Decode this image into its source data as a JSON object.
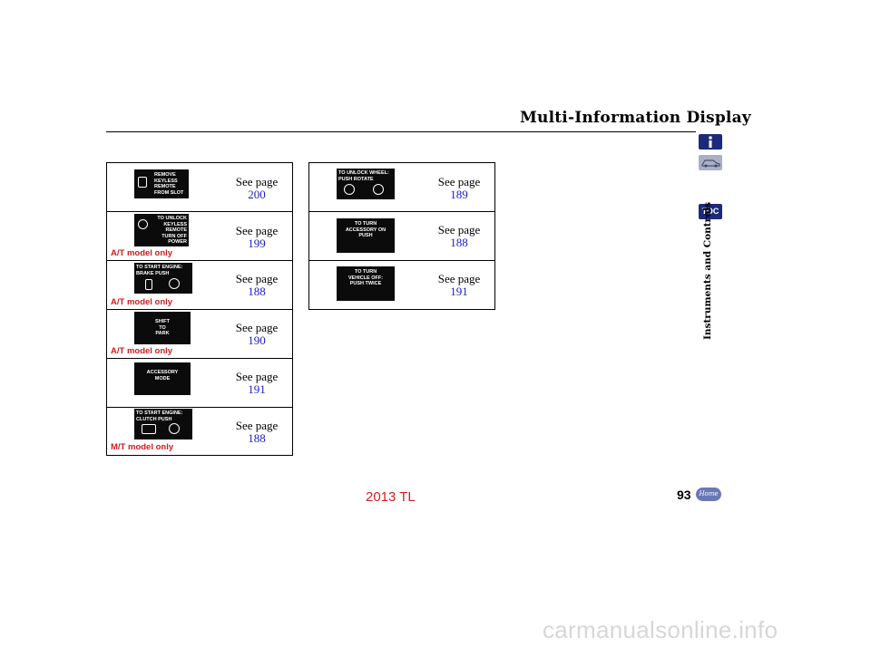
{
  "header": {
    "title": "Multi-Information Display"
  },
  "left_table": [
    {
      "message": "REMOVE\nKEYLESS\nREMOTE\nFROM SLOT",
      "see_label": "See page",
      "page": "200",
      "note": ""
    },
    {
      "message": "TO UNLOCK\nKEYLESS\nREMOTE\nTURN OFF\nPOWER",
      "see_label": "See page",
      "page": "199",
      "note": "A/T model only"
    },
    {
      "message": "TO START ENGINE:\nBRAKE   PUSH",
      "see_label": "See page",
      "page": "188",
      "note": "A/T model only"
    },
    {
      "message": "SHIFT\nTO\nPARK",
      "see_label": "See page",
      "page": "190",
      "note": "A/T model only"
    },
    {
      "message": "ACCESSORY\nMODE",
      "see_label": "See page",
      "page": "191",
      "note": ""
    },
    {
      "message": "TO START ENGINE:\nCLUTCH   PUSH",
      "see_label": "See page",
      "page": "188",
      "note": "M/T model only"
    }
  ],
  "right_table": [
    {
      "message": "TO UNLOCK WHEEL:\nPUSH   ROTATE",
      "see_label": "See page",
      "page": "189"
    },
    {
      "message": "TO TURN\nACCESSORY ON\nPUSH",
      "see_label": "See page",
      "page": "188"
    },
    {
      "message": "TO TURN\nVEHICLE OFF:\nPUSH TWICE",
      "see_label": "See page",
      "page": "191"
    }
  ],
  "sidebar": {
    "info_icon": "info-icon",
    "car_icon": "car-icon",
    "toc_label": "TOC",
    "section_label": "Instruments and Controls"
  },
  "footer": {
    "page_number": "93",
    "home_label": "Home",
    "model_year": "2013 TL",
    "watermark": "carmanualsonline.info"
  },
  "colors": {
    "page_link": "#1a1ac8",
    "note": "#d11a1a",
    "sidebar": "#1b2a7a",
    "year": "#d22020"
  }
}
